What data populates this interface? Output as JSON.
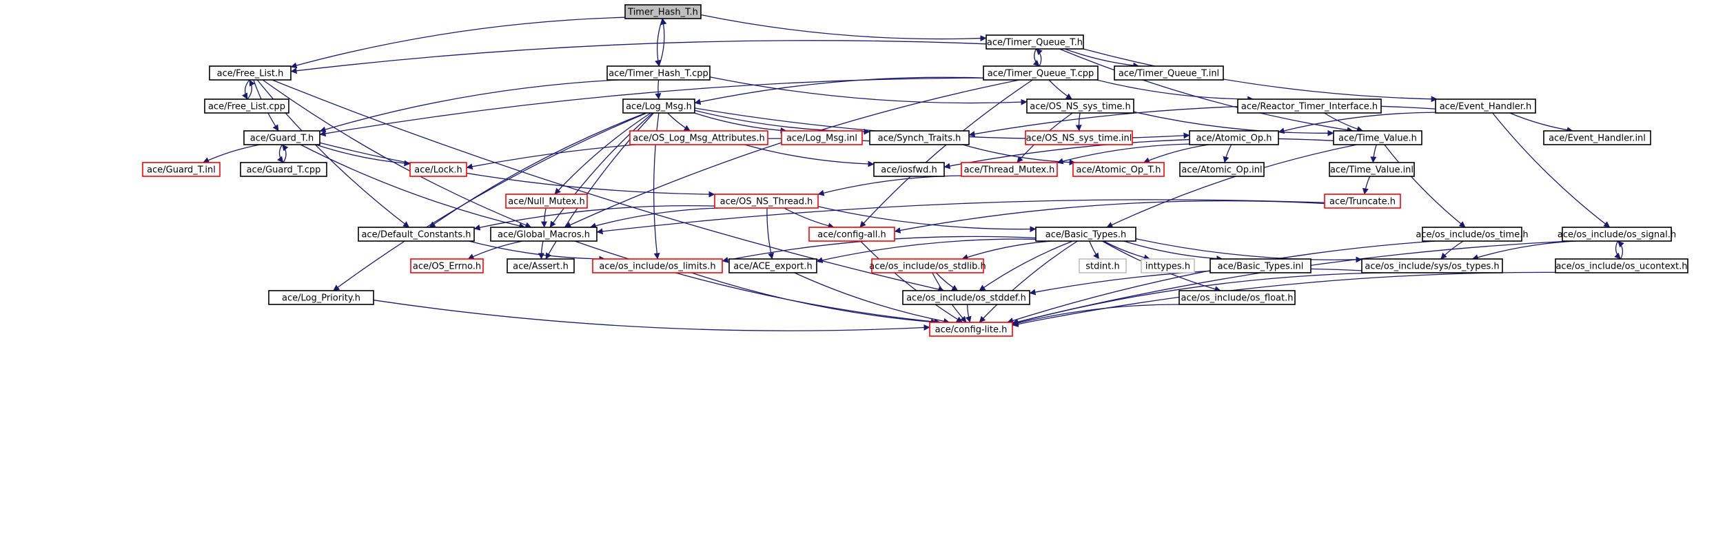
{
  "nodes": [
    {
      "id": "n0",
      "label": "Timer_Hash_T.h",
      "style": "root"
    },
    {
      "id": "n1",
      "label": "ace/Free_List.h",
      "style": "plain"
    },
    {
      "id": "n2",
      "label": "ace/Timer_Hash_T.cpp",
      "style": "plain"
    },
    {
      "id": "n3",
      "label": "ace/Timer_Queue_T.h",
      "style": "plain"
    },
    {
      "id": "n4",
      "label": "ace/Timer_Queue_T.cpp",
      "style": "plain"
    },
    {
      "id": "n5",
      "label": "ace/Timer_Queue_T.inl",
      "style": "plain"
    },
    {
      "id": "n6",
      "label": "ace/Free_List.cpp",
      "style": "plain"
    },
    {
      "id": "n7",
      "label": "ace/Log_Msg.h",
      "style": "plain"
    },
    {
      "id": "n8",
      "label": "ace/OS_NS_sys_time.h",
      "style": "plain"
    },
    {
      "id": "n9",
      "label": "ace/Reactor_Timer_Interface.h",
      "style": "plain"
    },
    {
      "id": "n10",
      "label": "ace/Event_Handler.h",
      "style": "plain"
    },
    {
      "id": "n11",
      "label": "ace/Guard_T.h",
      "style": "plain"
    },
    {
      "id": "n12",
      "label": "ace/OS_Log_Msg_Attributes.h",
      "style": "red"
    },
    {
      "id": "n13",
      "label": "ace/Log_Msg.inl",
      "style": "red"
    },
    {
      "id": "n14",
      "label": "ace/Synch_Traits.h",
      "style": "plain"
    },
    {
      "id": "n15",
      "label": "ace/OS_NS_sys_time.inl",
      "style": "red"
    },
    {
      "id": "n16",
      "label": "ace/Atomic_Op.h",
      "style": "plain"
    },
    {
      "id": "n17",
      "label": "ace/Time_Value.h",
      "style": "plain"
    },
    {
      "id": "n18",
      "label": "ace/Event_Handler.inl",
      "style": "plain"
    },
    {
      "id": "n19",
      "label": "ace/Guard_T.inl",
      "style": "red"
    },
    {
      "id": "n20",
      "label": "ace/Guard_T.cpp",
      "style": "plain"
    },
    {
      "id": "n21",
      "label": "ace/Lock.h",
      "style": "red"
    },
    {
      "id": "n22",
      "label": "ace/iosfwd.h",
      "style": "plain"
    },
    {
      "id": "n23",
      "label": "ace/Thread_Mutex.h",
      "style": "red"
    },
    {
      "id": "n24",
      "label": "ace/Atomic_Op_T.h",
      "style": "red"
    },
    {
      "id": "n25",
      "label": "ace/Atomic_Op.inl",
      "style": "plain"
    },
    {
      "id": "n26",
      "label": "ace/Time_Value.inl",
      "style": "plain"
    },
    {
      "id": "n27",
      "label": "ace/Null_Mutex.h",
      "style": "red"
    },
    {
      "id": "n28",
      "label": "ace/OS_NS_Thread.h",
      "style": "red"
    },
    {
      "id": "n29",
      "label": "ace/Truncate.h",
      "style": "red"
    },
    {
      "id": "n30",
      "label": "ace/Default_Constants.h",
      "style": "plain"
    },
    {
      "id": "n31",
      "label": "ace/Global_Macros.h",
      "style": "plain"
    },
    {
      "id": "n32",
      "label": "ace/config-all.h",
      "style": "red"
    },
    {
      "id": "n33",
      "label": "ace/Basic_Types.h",
      "style": "plain"
    },
    {
      "id": "n34",
      "label": "ace/os_include/os_time.h",
      "style": "plain"
    },
    {
      "id": "n35",
      "label": "ace/os_include/os_signal.h",
      "style": "plain"
    },
    {
      "id": "n36",
      "label": "ace/OS_Errno.h",
      "style": "red"
    },
    {
      "id": "n37",
      "label": "ace/Assert.h",
      "style": "plain"
    },
    {
      "id": "n38",
      "label": "ace/os_include/os_limits.h",
      "style": "red"
    },
    {
      "id": "n39",
      "label": "ace/ACE_export.h",
      "style": "plain"
    },
    {
      "id": "n40",
      "label": "ace/os_include/os_stdlib.h",
      "style": "red"
    },
    {
      "id": "n41",
      "label": "stdint.h",
      "style": "gray"
    },
    {
      "id": "n42",
      "label": "inttypes.h",
      "style": "gray"
    },
    {
      "id": "n43",
      "label": "ace/Basic_Types.inl",
      "style": "plain"
    },
    {
      "id": "n44",
      "label": "ace/os_include/sys/os_types.h",
      "style": "plain"
    },
    {
      "id": "n45",
      "label": "ace/os_include/os_ucontext.h",
      "style": "plain"
    },
    {
      "id": "n46",
      "label": "ace/Log_Priority.h",
      "style": "plain"
    },
    {
      "id": "n47",
      "label": "ace/os_include/os_stddef.h",
      "style": "plain"
    },
    {
      "id": "n48",
      "label": "ace/os_include/os_float.h",
      "style": "plain"
    },
    {
      "id": "n49",
      "label": "ace/config-lite.h",
      "style": "red"
    }
  ],
  "edges": [
    [
      "n0",
      "n1"
    ],
    [
      "n0",
      "n2"
    ],
    [
      "n0",
      "n3"
    ],
    [
      "n2",
      "n0"
    ],
    [
      "n2",
      "n7"
    ],
    [
      "n2",
      "n11"
    ],
    [
      "n2",
      "n8"
    ],
    [
      "n3",
      "n1"
    ],
    [
      "n3",
      "n4"
    ],
    [
      "n3",
      "n5"
    ],
    [
      "n3",
      "n10"
    ],
    [
      "n3",
      "n17"
    ],
    [
      "n4",
      "n3"
    ],
    [
      "n4",
      "n7"
    ],
    [
      "n4",
      "n8"
    ],
    [
      "n4",
      "n9"
    ],
    [
      "n4",
      "n11"
    ],
    [
      "n4",
      "n32"
    ],
    [
      "n4",
      "n31"
    ],
    [
      "n1",
      "n6"
    ],
    [
      "n6",
      "n1"
    ],
    [
      "n1",
      "n11"
    ],
    [
      "n1",
      "n31"
    ],
    [
      "n1",
      "n30"
    ],
    [
      "n1",
      "n47"
    ],
    [
      "n7",
      "n12"
    ],
    [
      "n7",
      "n13"
    ],
    [
      "n7",
      "n14"
    ],
    [
      "n7",
      "n16"
    ],
    [
      "n7",
      "n31"
    ],
    [
      "n7",
      "n30"
    ],
    [
      "n7",
      "n37"
    ],
    [
      "n7",
      "n38"
    ],
    [
      "n7",
      "n46"
    ],
    [
      "n7",
      "n27"
    ],
    [
      "n8",
      "n15"
    ],
    [
      "n8",
      "n17"
    ],
    [
      "n8",
      "n23"
    ],
    [
      "n9",
      "n17"
    ],
    [
      "n10",
      "n18"
    ],
    [
      "n10",
      "n16"
    ],
    [
      "n10",
      "n35"
    ],
    [
      "n10",
      "n14"
    ],
    [
      "n11",
      "n19"
    ],
    [
      "n11",
      "n20"
    ],
    [
      "n20",
      "n11"
    ],
    [
      "n11",
      "n21"
    ],
    [
      "n11",
      "n28"
    ],
    [
      "n11",
      "n31"
    ],
    [
      "n12",
      "n22"
    ],
    [
      "n14",
      "n21"
    ],
    [
      "n14",
      "n24"
    ],
    [
      "n16",
      "n24"
    ],
    [
      "n16",
      "n25"
    ],
    [
      "n16",
      "n23"
    ],
    [
      "n17",
      "n26"
    ],
    [
      "n17",
      "n22"
    ],
    [
      "n17",
      "n33"
    ],
    [
      "n17",
      "n34"
    ],
    [
      "n26",
      "n29"
    ],
    [
      "n29",
      "n31"
    ],
    [
      "n29",
      "n32"
    ],
    [
      "n23",
      "n28"
    ],
    [
      "n27",
      "n31"
    ],
    [
      "n28",
      "n31"
    ],
    [
      "n28",
      "n30"
    ],
    [
      "n28",
      "n32"
    ],
    [
      "n28",
      "n33"
    ],
    [
      "n28",
      "n39"
    ],
    [
      "n30",
      "n38"
    ],
    [
      "n31",
      "n36"
    ],
    [
      "n31",
      "n37"
    ],
    [
      "n31",
      "n49"
    ],
    [
      "n32",
      "n49"
    ],
    [
      "n33",
      "n38"
    ],
    [
      "n33",
      "n39"
    ],
    [
      "n33",
      "n40"
    ],
    [
      "n33",
      "n41"
    ],
    [
      "n33",
      "n42"
    ],
    [
      "n33",
      "n43"
    ],
    [
      "n33",
      "n44"
    ],
    [
      "n33",
      "n47"
    ],
    [
      "n33",
      "n48"
    ],
    [
      "n33",
      "n49"
    ],
    [
      "n34",
      "n44"
    ],
    [
      "n34",
      "n49"
    ],
    [
      "n35",
      "n44"
    ],
    [
      "n35",
      "n45"
    ],
    [
      "n45",
      "n35"
    ],
    [
      "n35",
      "n49"
    ],
    [
      "n38",
      "n49"
    ],
    [
      "n39",
      "n49"
    ],
    [
      "n40",
      "n47"
    ],
    [
      "n40",
      "n49"
    ],
    [
      "n44",
      "n47"
    ],
    [
      "n44",
      "n49"
    ],
    [
      "n45",
      "n49"
    ],
    [
      "n46",
      "n49"
    ],
    [
      "n47",
      "n49"
    ],
    [
      "n48",
      "n49"
    ]
  ]
}
